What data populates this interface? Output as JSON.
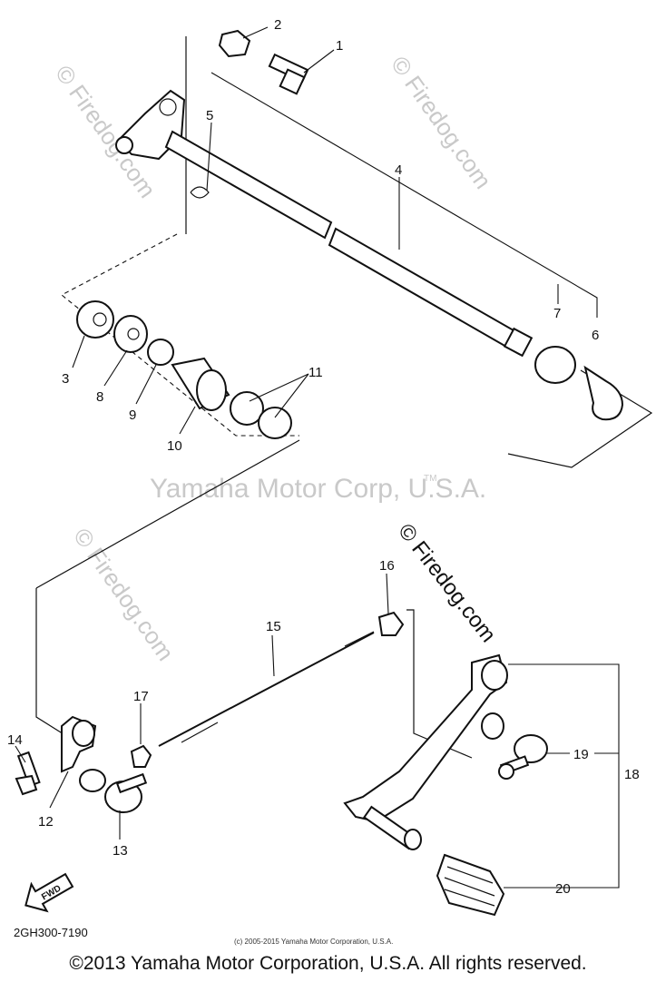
{
  "watermarks": {
    "center": "Yamaha Motor Corp, U.S.A.",
    "site": "© Firedog.com",
    "tm": "TM"
  },
  "diagram": {
    "code": "2GH300-7190",
    "small_copyright": "(c) 2005-2015 Yamaha Motor Corporation, U.S.A.",
    "fwd": "FWD",
    "callouts": [
      "1",
      "2",
      "3",
      "4",
      "5",
      "6",
      "7",
      "8",
      "9",
      "10",
      "11",
      "12",
      "13",
      "14",
      "15",
      "16",
      "17",
      "18",
      "19",
      "20"
    ]
  },
  "footer": {
    "copyright": "©2013 Yamaha Motor Corporation, U.S.A. All rights reserved."
  }
}
